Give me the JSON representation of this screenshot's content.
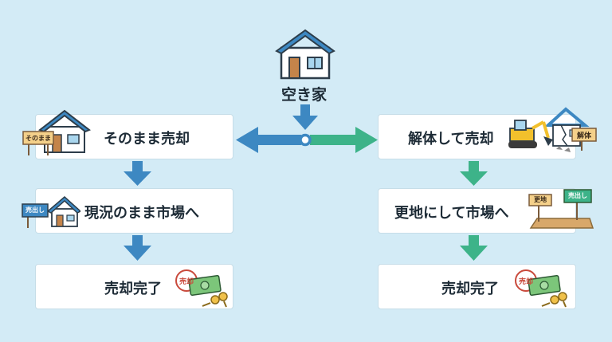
{
  "top": {
    "label": "空き家"
  },
  "left": {
    "step1": "そのまま売却",
    "step2": "現況のまま市場へ",
    "step3": "売却完了",
    "sign1": "そのまま",
    "sign2": "売出し",
    "stamp": "売却"
  },
  "right": {
    "step1": "解体して売却",
    "step2": "更地にして市場へ",
    "step3": "売却完了",
    "sign1": "解体",
    "sign2a": "更地",
    "sign2b": "売出し",
    "stamp": "売却"
  },
  "colors": {
    "background": "#d3ebf6",
    "blue": "#3d88c2",
    "green": "#3db389",
    "box_border": "#c6dde8"
  }
}
